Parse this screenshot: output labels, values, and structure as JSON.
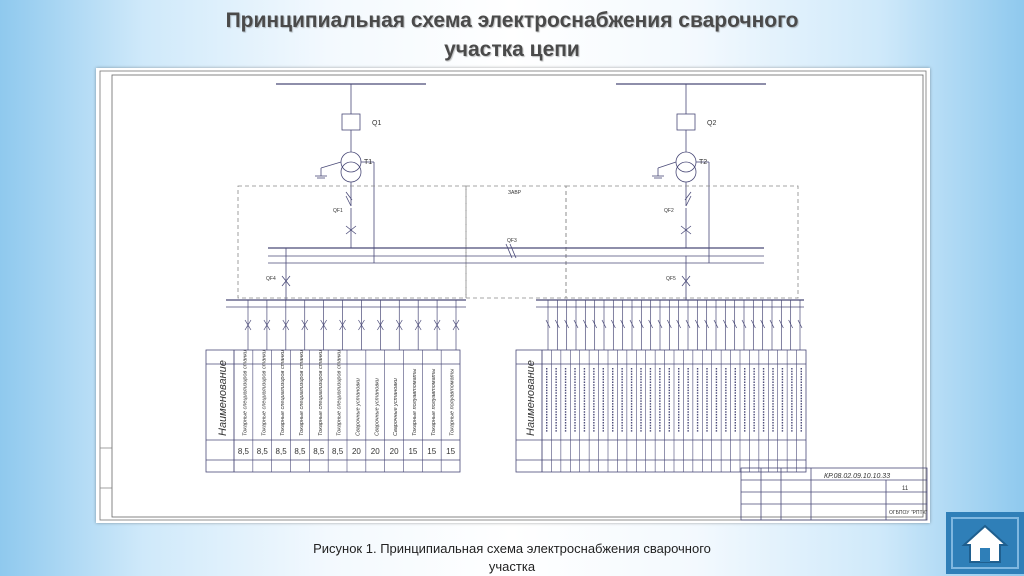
{
  "slide": {
    "title_line1": "Принципиальная схема электроснабжения сварочного",
    "title_line2": "участка цепи",
    "caption_line1": "Рисунок 1. Принципиальная схема электроснабжения сварочного",
    "caption_line2": "участка"
  },
  "diagram": {
    "q_left": "Q1",
    "q_right": "Q2",
    "t_left": "T1",
    "t_right": "T2",
    "qf_left": "QF1",
    "qf_right": "QF2",
    "qf_tie": "QF3",
    "qf_group_left": "QF4",
    "qf_group_right": "QF5",
    "avr_label": "ЗАВР",
    "left_panel_header": "Наименование",
    "right_panel_header": "Наименование",
    "left_loads": [
      "Токарные специализиров станки",
      "Токарные специализиров станки",
      "Токарные специализиров станки",
      "Токарные специализиров станки",
      "Токарные специализиров станки",
      "Токарные специализиров станки",
      "Сварочные установки",
      "Сварочные установки",
      "Сварочные установки",
      "Токарные полуавтоматы",
      "Токарные полуавтоматы",
      "Токарные полуавтоматы"
    ],
    "left_powers": [
      "8,5",
      "8,5",
      "8,5",
      "8,5",
      "8,5",
      "8,5",
      "20",
      "20",
      "20",
      "15",
      "15",
      "15"
    ],
    "stamp": {
      "doc_number": "КР.08.02.09.10.10.33",
      "sheet": "11",
      "organization": "ОГБПОУ \"РПТК\""
    }
  },
  "nav": {
    "home_icon": "home-icon"
  }
}
